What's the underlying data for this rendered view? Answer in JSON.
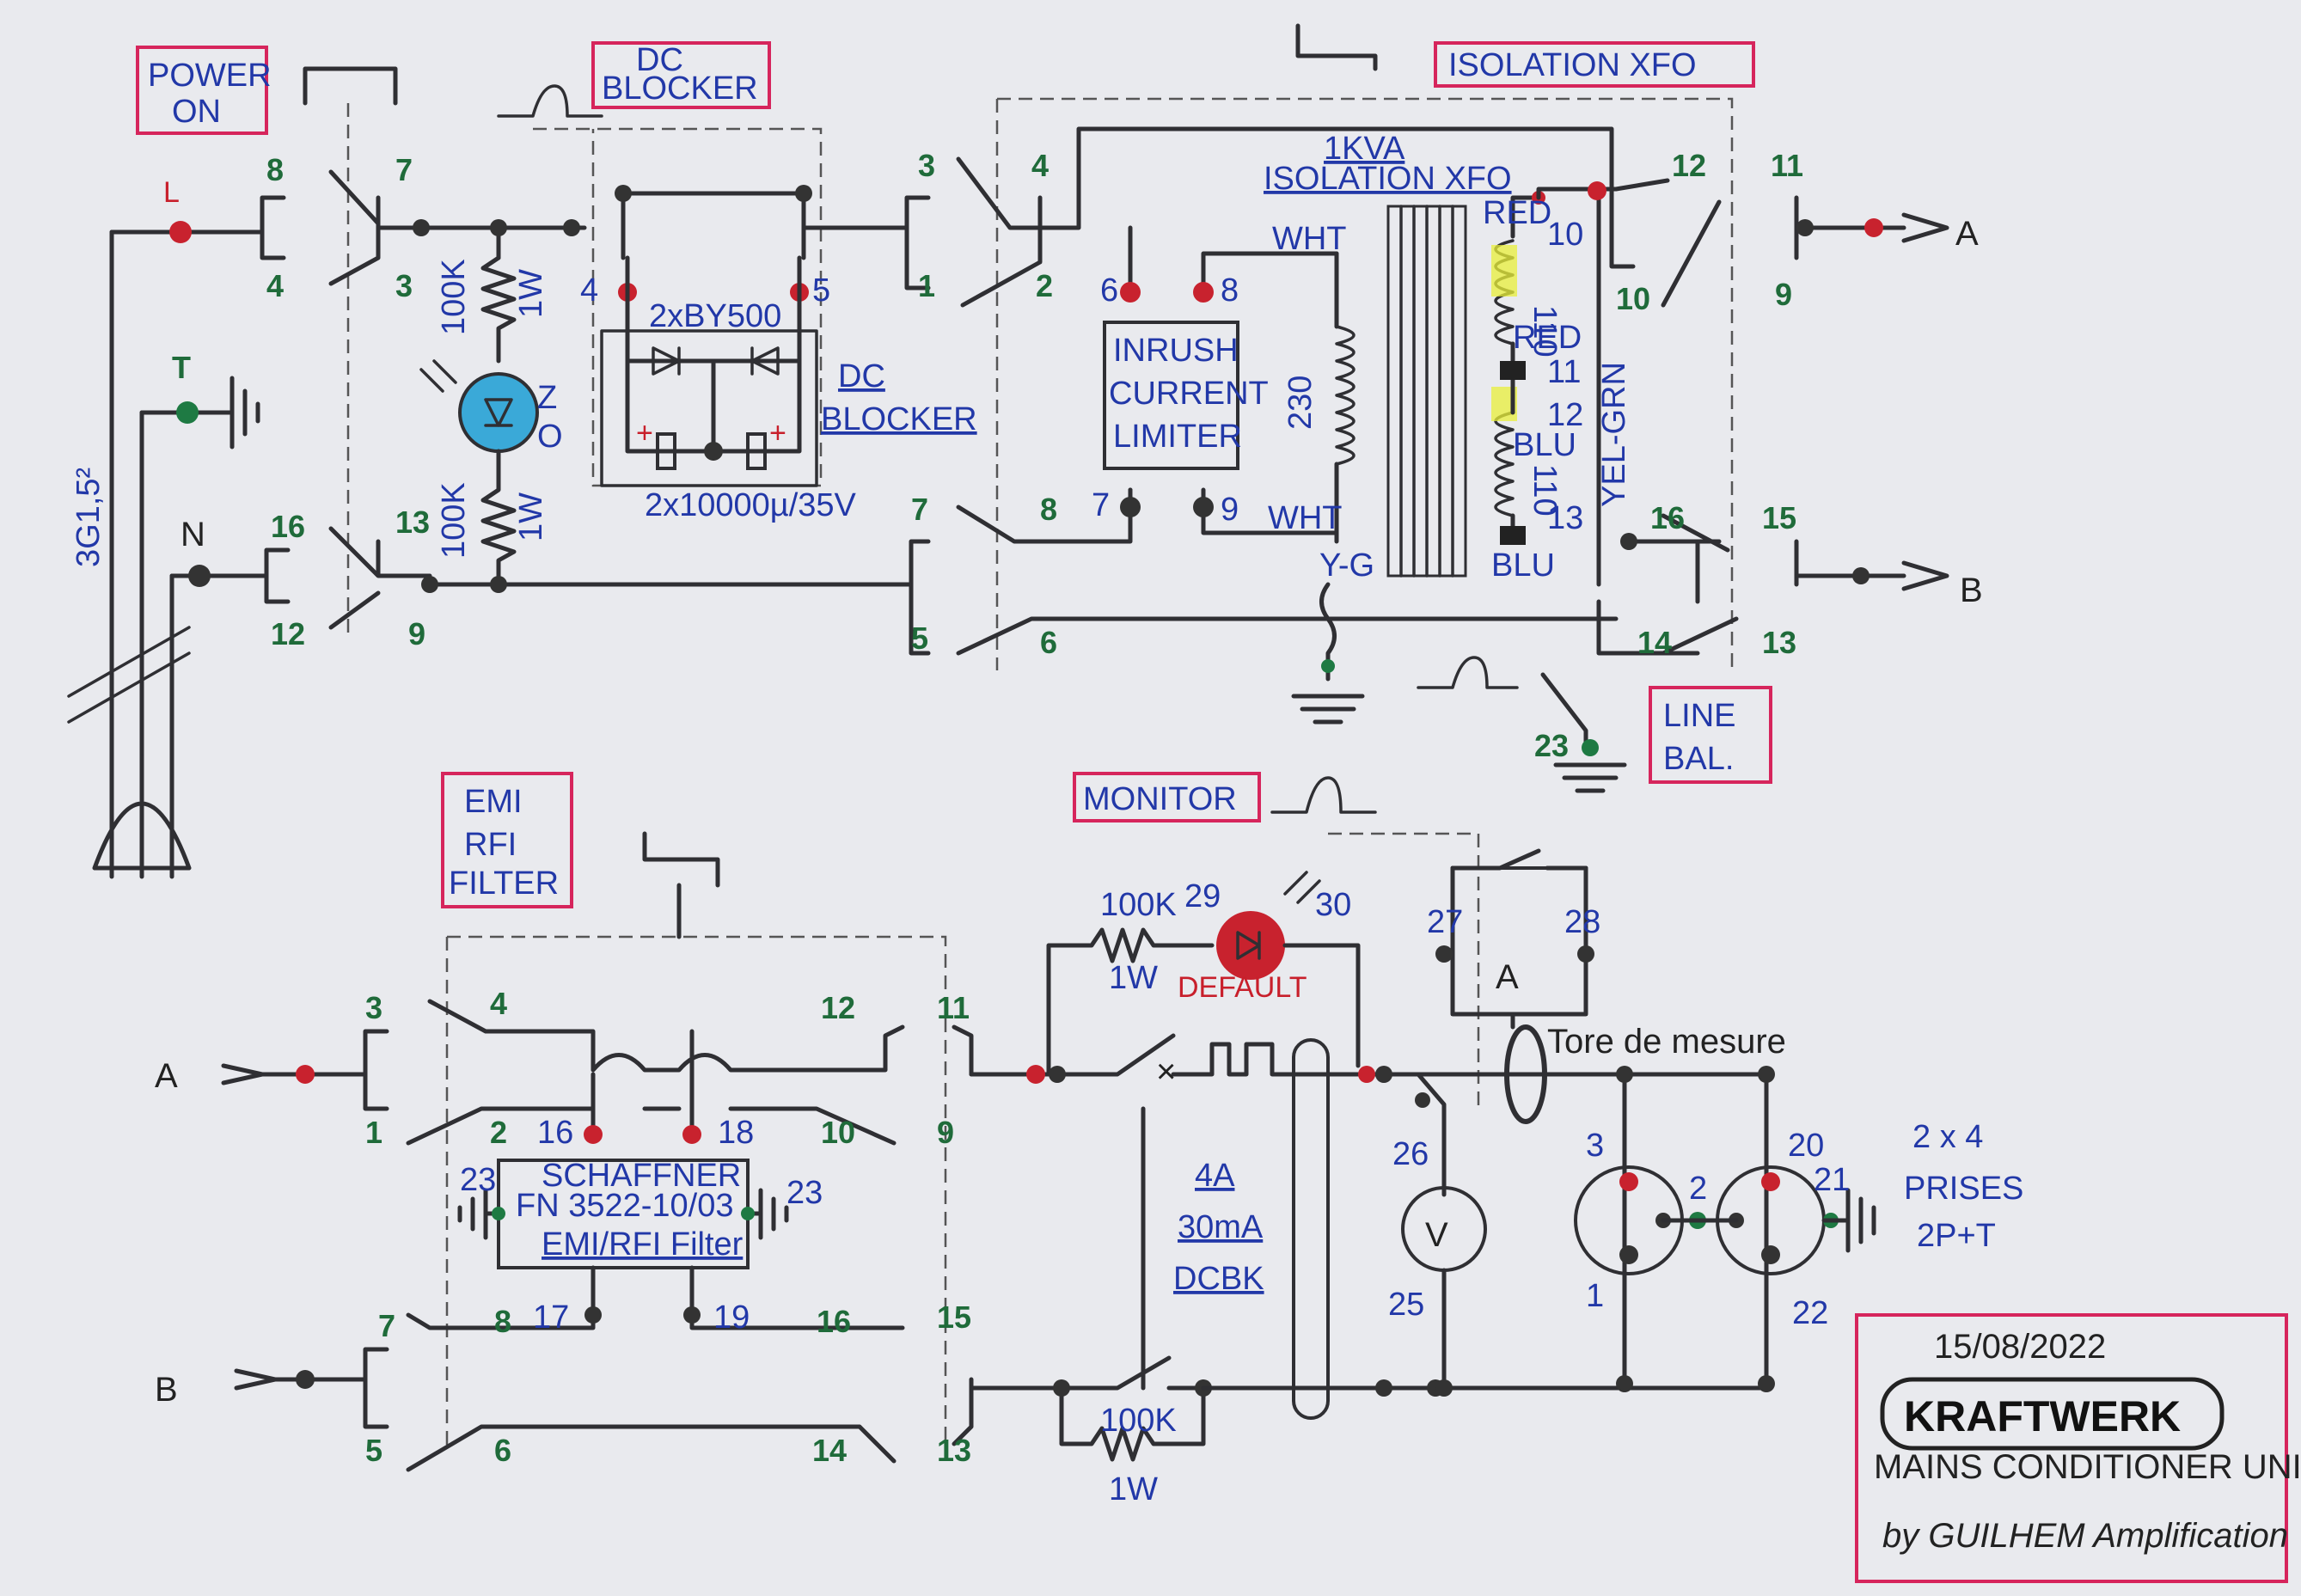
{
  "colors": {
    "wire": "#2f2f33",
    "label_red_box": "#d6255c",
    "text_blue": "#2238a8",
    "text_green": "#1f6b3a",
    "led_blue": "#3aa9d8",
    "led_red": "#c8222e",
    "highlight_yellow": "#e8ef3a"
  },
  "blocks": {
    "power_on": [
      "POWER",
      "ON"
    ],
    "dc_blocker_top": [
      "DC",
      "BLOCKER"
    ],
    "isolation_xfo": "ISOLATION XFO",
    "transformer_title": [
      "1KVA",
      "ISOLATION XFO"
    ],
    "dc_blocker_side": [
      "DC",
      "BLOCKER"
    ],
    "inrush": [
      "INRUSH",
      "CURRENT",
      "LIMITER"
    ],
    "line_bal": [
      "LINE",
      "BAL."
    ],
    "emi_rfi": [
      "EMI",
      "RFI",
      "FILTER"
    ],
    "schaffner": [
      "SCHAFFNER",
      "FN 3522-10/03",
      "EMI/RFI Filter"
    ],
    "monitor": "MONITOR",
    "breaker": [
      "4A",
      "30mA",
      "DCBK"
    ],
    "default": "DEFAULT",
    "tore": "Tore de mesure",
    "prises": [
      "2 x 4",
      "PRISES",
      "2P+T"
    ]
  },
  "mains": {
    "L": "L",
    "T": "T",
    "N": "N",
    "cable": "3G1,5²"
  },
  "components": {
    "r_top": [
      "100K",
      "1W"
    ],
    "r_bot": [
      "100K",
      "1W"
    ],
    "zo": [
      "Z",
      "O"
    ],
    "diodes": "2xBY500",
    "caps": "2x10000µ/35V",
    "r_mon": [
      "100K",
      "1W"
    ],
    "r_bot2": [
      "100K",
      "1W"
    ],
    "primary": "230",
    "sec1": "110",
    "sec2": "110",
    "wht_top": "WHT",
    "wht_bot": "WHT",
    "red10": "RED",
    "red11": "RED",
    "blu12": "BLU",
    "blu13": "BLU",
    "yel_grn": "YEL-GRN",
    "y_g": "Y-G",
    "ammeter": "A",
    "voltmeter": "V",
    "out_a": "A",
    "out_b": "B",
    "in_a": "A",
    "in_b": "B"
  },
  "title_block": {
    "date": "15/08/2022",
    "brand": "KRAFTWERK",
    "subtitle": "MAINS CONDITIONER UNIT",
    "author": "by GUILHEM Amplification"
  }
}
